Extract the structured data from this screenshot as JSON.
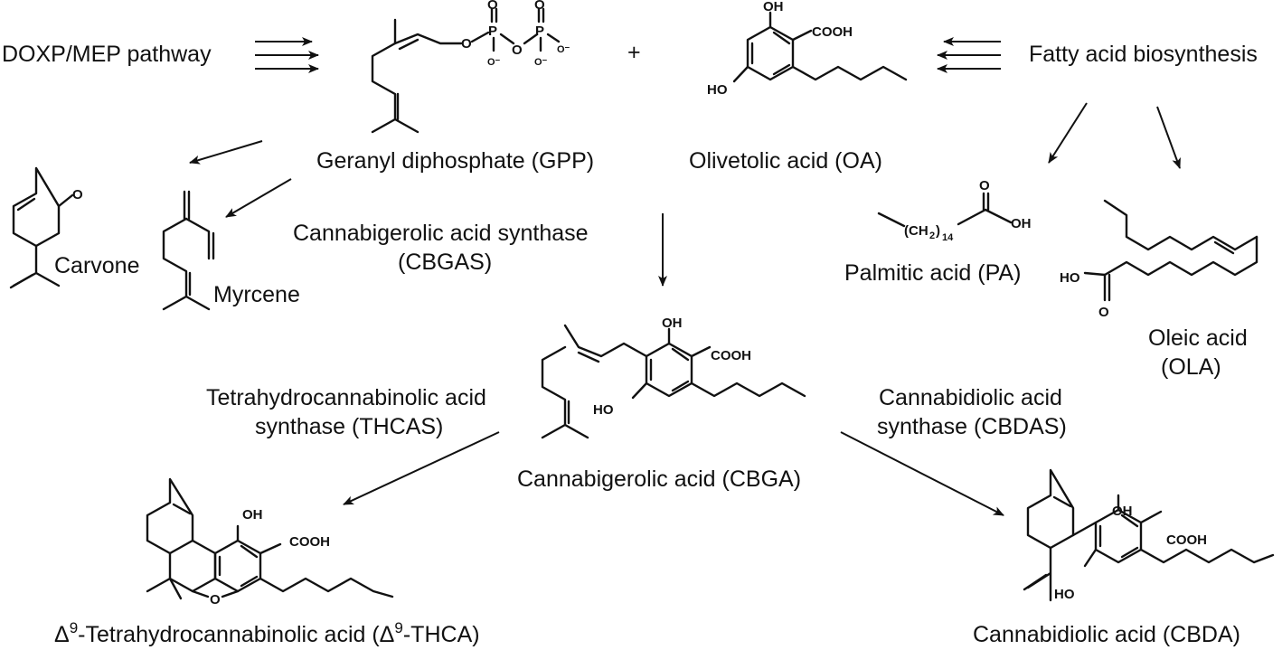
{
  "pathways": {
    "dmep": "DOXP/MEP pathway",
    "fatty": "Fatty acid biosynthesis",
    "plus": "+"
  },
  "compounds": {
    "gpp": "Geranyl diphosphate (GPP)",
    "oa": "Olivetolic acid (OA)",
    "carvone": "Carvone",
    "myrcene": "Myrcene",
    "pa": "Palmitic acid (PA)",
    "ola_1": "Oleic acid",
    "ola_2": "(OLA)",
    "cbga": "Cannabigerolic acid (CBGA)",
    "thca_prefix": "Δ",
    "thca_sup": "9",
    "thca_main": "-Tetrahydrocannabinolic acid (Δ",
    "thca_sup2": "9",
    "thca_end": "-THCA)",
    "cbda": "Cannabidiolic acid (CBDA)"
  },
  "enzymes": {
    "cbgas_1": "Cannabigerolic acid synthase",
    "cbgas_2": "(CBGAS)",
    "thcas_1": "Tetrahydrocannabinolic acid",
    "thcas_2": "synthase (THCAS)",
    "cbdas_1": "Cannabidiolic acid",
    "cbdas_2": "synthase (CBDAS)"
  },
  "atoms": {
    "o": "O",
    "oh": "OH",
    "ho": "HO",
    "cooh": "COOH",
    "p": "P",
    "o_minus": "O⁻",
    "ch2": "(CH",
    "ch2_sub": "2",
    "ch2_close": ")",
    "ch2_count": "14"
  }
}
